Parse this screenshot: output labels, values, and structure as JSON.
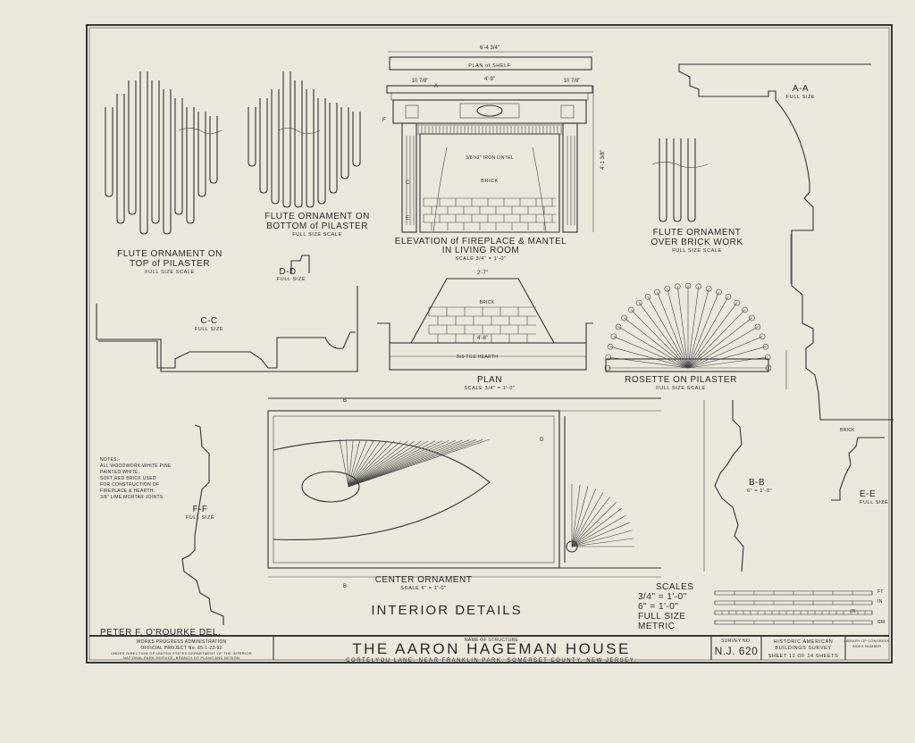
{
  "sheet": {
    "main_title": "INTERIOR DETAILS",
    "drawn_by": "PETER F. O'ROURKE  DEL."
  },
  "labels": {
    "flute_top": [
      "FLUTE ORNAMENT ON",
      "TOP of PILASTER"
    ],
    "flute_top_scale": "FULL SIZE SCALE",
    "flute_bottom": [
      "FLUTE ORNAMENT ON",
      "BOTTOM of PILASTER"
    ],
    "flute_bottom_scale": "FULL SIZE SCALE",
    "elevation": [
      "ELEVATION of FIREPLACE & MANTEL",
      "IN LIVING ROOM"
    ],
    "elevation_scale": "SCALE 3/4\" = 1'-0\"",
    "plan_of_shelf": "PLAN of SHELF",
    "iron_lintel": "3/8\"x2\" IRON LINTEL",
    "brick": "BRICK",
    "flute_brick": [
      "FLUTE ORNAMENT",
      "OVER BRICK WORK"
    ],
    "flute_brick_scale": "FULL SIZE SCALE",
    "aa": "A-A",
    "aa_scale": "FULL SIZE",
    "dd": "D-D",
    "dd_scale": "FULL SIZE",
    "cc": "C-C",
    "cc_scale": "FULL SIZE",
    "plan": "PLAN",
    "plan_scale": "SCALE 3/4\" = 1'-0\"",
    "hearth": "9x9 TILE HEARTH",
    "rosette": "ROSETTE ON PILASTER",
    "rosette_scale": "FULL SIZE SCALE",
    "ff": "F-F",
    "ff_scale": "FULL SIZE",
    "bb": "B-B",
    "bb_scale": "6\" = 1'-0\"",
    "ee": "E-E",
    "ee_scale": "FULL SIZE",
    "center_ornament": "CENTER ORNAMENT",
    "center_scale": "SCALE 6\" = 1'-0\"",
    "brick_ee": "BRICK",
    "notes": [
      "NOTES:-",
      "ALL WOODWORK-WHITE PINE",
      "PAINTED WHITE.",
      "SOFT RED BRICK USED",
      "FOR CONSTRUCTION OF",
      "FIREPLACE & HEARTH.",
      "3/8\" LIME MORTAR JOINTS."
    ]
  },
  "dims": {
    "overall": "6'-4 3/4\"",
    "mid": "4'-9\"",
    "left": "10 7/8\"",
    "right": "10 7/8\"",
    "plan_top": "2'-7\"",
    "plan_mid": "4'-8\"",
    "height": "4'-1 3/8\""
  },
  "section_marks": [
    "A",
    "B",
    "C",
    "D",
    "E",
    "F"
  ],
  "scales": {
    "heading": "SCALES",
    "rows": [
      "3/4\" = 1'-0\"",
      "6\" = 1'-0\"",
      "FULL SIZE",
      "METRIC"
    ],
    "units": [
      "FT",
      "IN",
      "IN",
      "CM"
    ]
  },
  "title_block": {
    "agency": [
      "WORKS PROGRESS ADMINISTRATION",
      "OFFICIAL PROJECT No. 65-1-22-92"
    ],
    "direction": [
      "UNDER DIRECTION OF UNITED STATES DEPARTMENT OF THE INTERIOR",
      "NATIONAL PARK SERVICE, BRANCH OF PLANS AND DESIGN"
    ],
    "name_caption": "NAME OF STRUCTURE",
    "structure": "THE AARON HAGEMAN HOUSE",
    "location": "CORTELYOU LANE, NEAR FRANKLIN PARK, SOMERSET COUNTY, NEW JERSEY.",
    "survey_caption": "SURVEY NO.",
    "survey_no": "N.J. 620",
    "habs": [
      "HISTORIC AMERICAN",
      "BUILDINGS SURVEY"
    ],
    "sheet": "SHEET 12 OF 14 SHEETS",
    "library": [
      "LIBRARY OF CONGRESS",
      "INDEX NUMBER"
    ]
  }
}
